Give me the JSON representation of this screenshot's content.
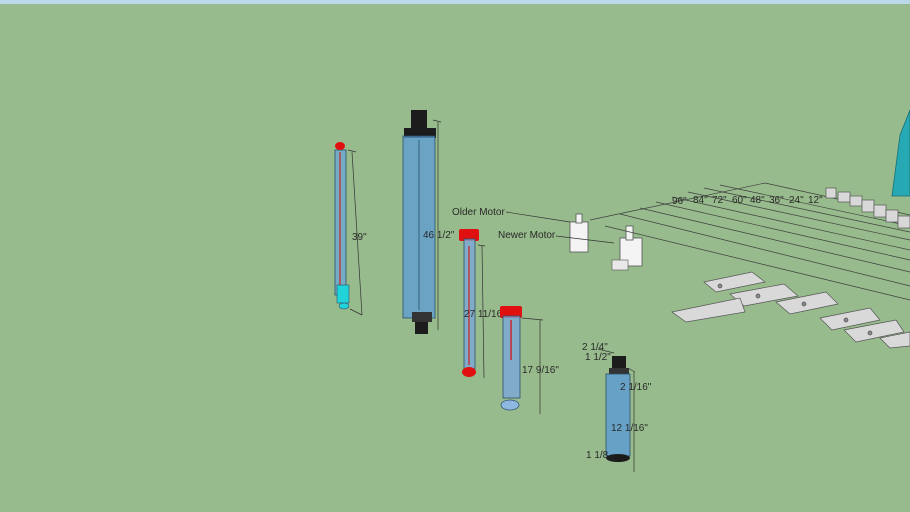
{
  "viewport": {
    "background_color": "#97bb8c",
    "sky_color": "#bcd9ec"
  },
  "models": {
    "cylinder_1": {
      "dimension": "39\""
    },
    "cylinder_2": {
      "dimension": "46 1/2\""
    },
    "cylinder_3": {
      "dimension": "27 11/16"
    },
    "cylinder_4": {
      "dimension": "17 9/16\""
    },
    "cylinder_5": {
      "dims": [
        "2 1/4\"",
        "1 1/2\"",
        "2 1/16\"",
        "12 1/16\"",
        "1 1/8"
      ]
    }
  },
  "motors": {
    "older_label": "Older Motor",
    "newer_label": "Newer Motor"
  },
  "rail_lengths": [
    "96\"",
    "84\"",
    "72\"",
    "60\"",
    "48\"",
    "36\"",
    "24\"",
    "12\""
  ],
  "colors": {
    "cylinder_body": "#5b9bd5",
    "cylinder_cap": "#e01010",
    "motor_cap": "#1c1c1c",
    "accent_teal": "#26a9b3"
  }
}
